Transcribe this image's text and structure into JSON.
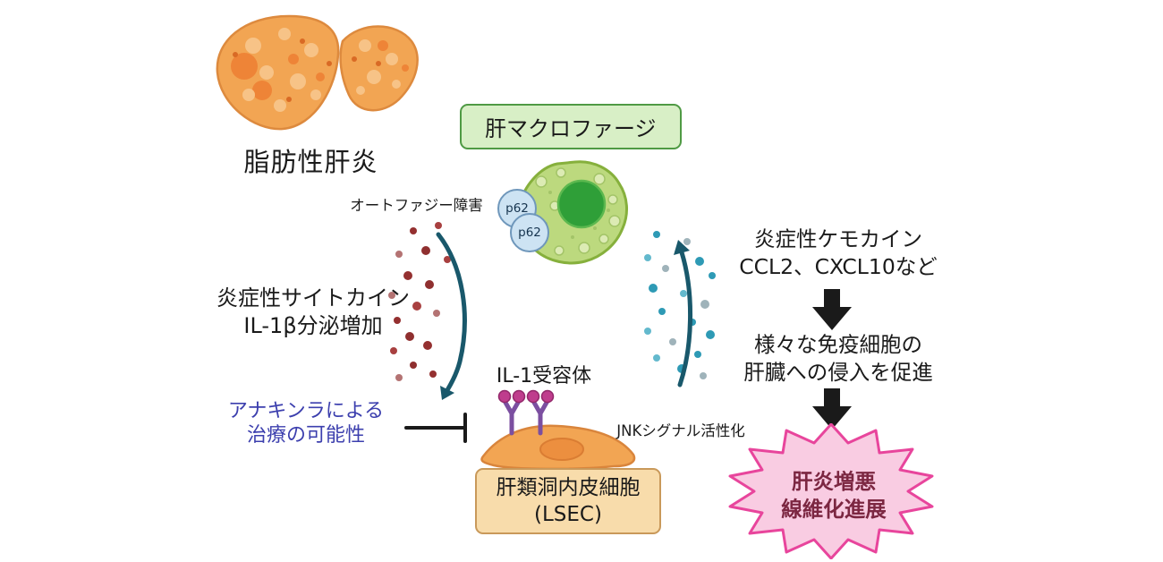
{
  "labels": {
    "liver": "脂肪性肝炎",
    "macrophage": "肝マクロファージ",
    "autophagy": "オートファジー障害",
    "p62": "p62",
    "cytokine_line1": "炎症性サイトカイン",
    "cytokine_line2": "IL-1β分泌増加",
    "il1_receptor": "IL-1受容体",
    "anakinra_line1": "アナキンラによる",
    "anakinra_line2": "治療の可能性",
    "jnk": "JNKシグナル活性化",
    "lsec_line1": "肝類洞内皮細胞",
    "lsec_line2": "(LSEC)",
    "chemokine_line1": "炎症性ケモカイン",
    "chemokine_line2": "CCL2、CXCL10など",
    "immune_line1": "様々な免疫細胞の",
    "immune_line2": "肝臓への侵入を促進",
    "outcome_line1": "肝炎増悪",
    "outcome_line2": "線維化進展"
  },
  "colors": {
    "macrophage_box_bg": "#d8efc6",
    "macrophage_box_border": "#4f9a44",
    "lsec_box_bg": "#f8dcab",
    "lsec_box_border": "#c9995a",
    "starburst_bg": "#f9cce2",
    "starburst_border": "#e8459c",
    "outcome_text": "#7c2742",
    "anakinra_text": "#3c3fae",
    "arrow_teal": "#19586b",
    "dot_red": "#9b3434",
    "dot_teal": "#2e9ab5",
    "liver_orange": "#f2a553",
    "macrophage_green": "#bcd97e",
    "black_arrow": "#1a1a1a"
  }
}
